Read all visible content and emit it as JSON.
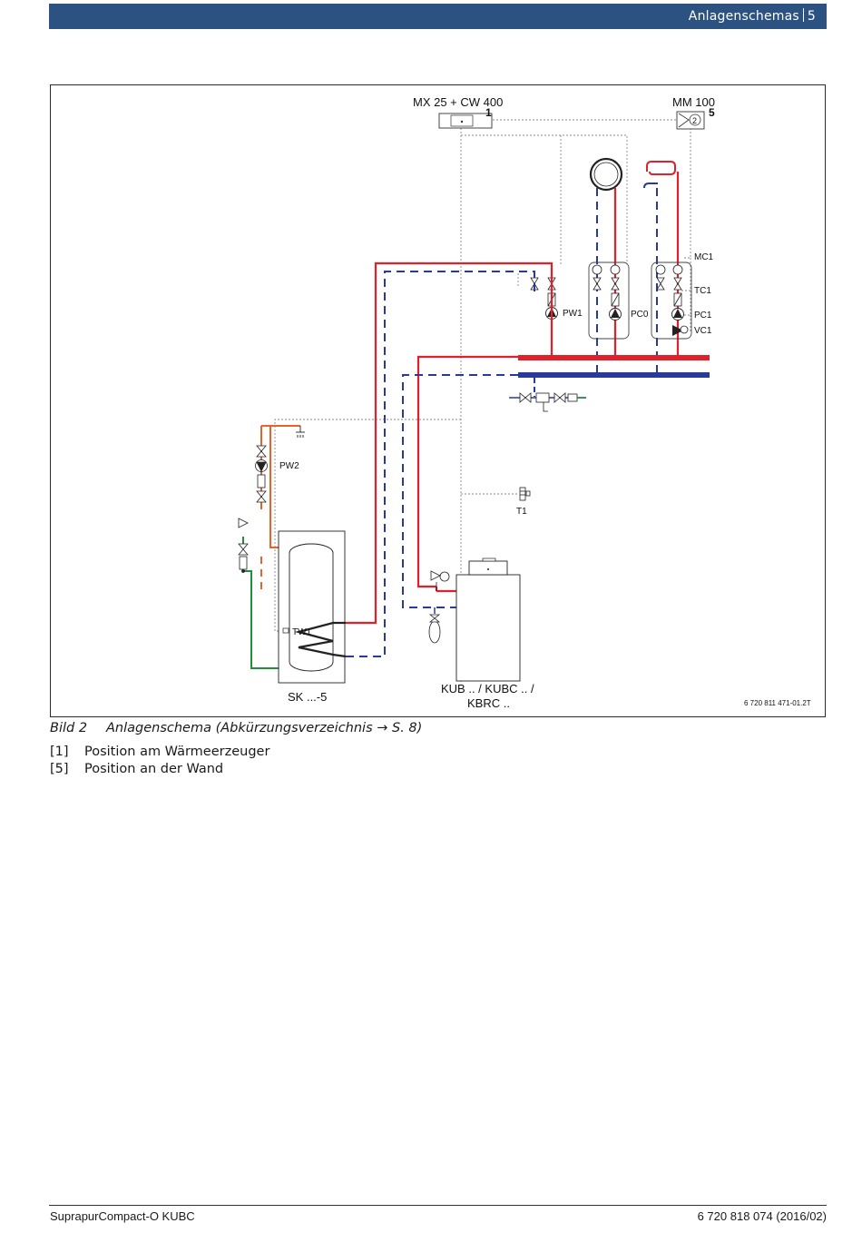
{
  "header": {
    "section": "Anlagenschemas",
    "page": "5"
  },
  "figure": {
    "labels": {
      "controller": "MX 25 + CW 400",
      "controller_pos": "1",
      "module": "MM 100",
      "module_pos": "5",
      "module_channel": "2",
      "mc1": "MC1",
      "tc1": "TC1",
      "pc1": "PC1",
      "vc1": "VC1",
      "pw1": "PW1",
      "pc0": "PC0",
      "pw2": "PW2",
      "t1": "T1",
      "tw1": "TW1",
      "storage": "SK ...-5",
      "boiler_line1": "KUB .. / KUBC .. /",
      "boiler_line2": "KBRC ..",
      "drawing_id": "6 720 811 471-01.2T"
    },
    "colors": {
      "supply": "#e0202a",
      "return": "#2a3a9a",
      "dhw": "#e8622a",
      "cold_water": "#1f8f3a",
      "control": "#8a8a8a"
    }
  },
  "caption": {
    "number": "Bild 2",
    "text": "Anlagenschema (Abkürzungsverzeichnis → S. 8)"
  },
  "legend": [
    {
      "key": "[1]",
      "text": "Position am Wärmeerzeuger"
    },
    {
      "key": "[5]",
      "text": "Position an der Wand"
    }
  ],
  "footer": {
    "product": "SuprapurCompact-O KUBC",
    "doc_id": "6 720 818 074 (2016/02)"
  }
}
